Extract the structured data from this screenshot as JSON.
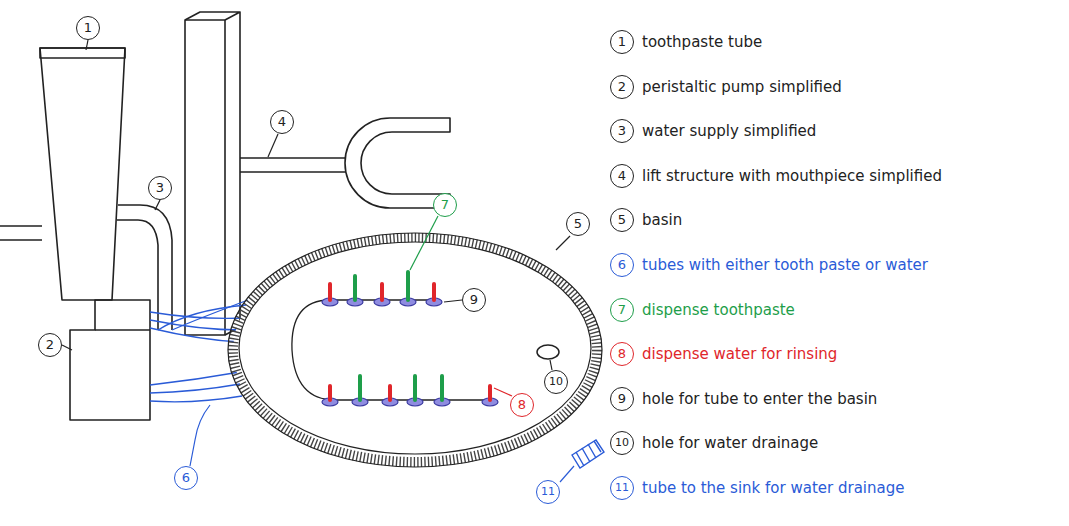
{
  "diagram": {
    "labels": [
      "1",
      "2",
      "3",
      "4",
      "5",
      "6",
      "7",
      "8",
      "9",
      "10",
      "11",
      "1",
      "toothpaste tube",
      "2",
      "peristaltic pump simplified",
      "3",
      "water supply simplified",
      "4",
      "lift structure with mouthpiece simplified",
      "5",
      "basin",
      "6",
      "tubes with either tooth paste or water",
      "7",
      "dispense toothpaste",
      "8",
      "dispense water for rinsing",
      "9",
      "hole for tube to enter the basin",
      "10",
      "hole for water drainage",
      "11",
      "tube to the sink for water drainage"
    ]
  }
}
